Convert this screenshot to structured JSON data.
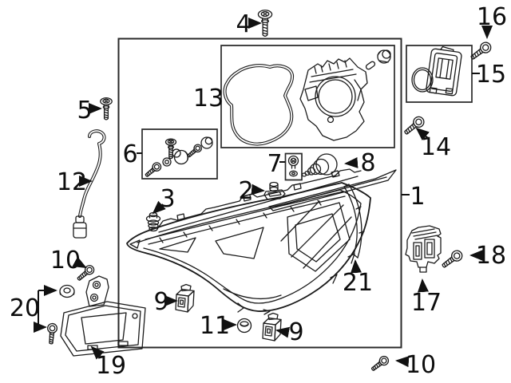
{
  "page": {
    "background_color": "#ffffff",
    "line_color": "#1a1a1a",
    "label_color": "#0d0d0d",
    "diagram_type": "exploded-parts-diagram-headlamp"
  },
  "callouts": {
    "n1": {
      "label": "1",
      "icon": "headlamp-assembly-box"
    },
    "n2": {
      "label": "2",
      "icon": "retaining-clip-icon"
    },
    "n3": {
      "label": "3",
      "icon": "socket-grommet-icon"
    },
    "n4": {
      "label": "4",
      "icon": "screw-icon"
    },
    "n5": {
      "label": "5",
      "icon": "screw-icon"
    },
    "n6": {
      "label": "6",
      "icon": "hardware-kit-box"
    },
    "n7": {
      "label": "7",
      "icon": "adjust-screw-kit-box"
    },
    "n8": {
      "label": "8",
      "icon": "bulb-socket-icon"
    },
    "n9_left": {
      "label": "9",
      "icon": "retainer-clip-icon"
    },
    "n9_right": {
      "label": "9",
      "icon": "retainer-clip-icon"
    },
    "n10_mid": {
      "label": "10",
      "icon": "bolt-icon"
    },
    "n10_bottom": {
      "label": "10",
      "icon": "bolt-icon"
    },
    "n11": {
      "label": "11",
      "icon": "grommet-clip-icon"
    },
    "n12": {
      "label": "12",
      "icon": "wiring-harness-icon"
    },
    "n13": {
      "label": "13",
      "icon": "seal-housing-kit-box"
    },
    "n14": {
      "label": "14",
      "icon": "bolt-icon"
    },
    "n15": {
      "label": "15",
      "icon": "led-module-kit-box"
    },
    "n16": {
      "label": "16",
      "icon": "bolt-icon"
    },
    "n17": {
      "label": "17",
      "icon": "bracket-icon"
    },
    "n18": {
      "label": "18",
      "icon": "bolt-icon"
    },
    "n19": {
      "label": "19",
      "icon": "mounting-bracket-icon"
    },
    "n20": {
      "label": "20",
      "icon": "fastener-pair-icon"
    },
    "n21": {
      "label": "21",
      "icon": "trim-strip-icon"
    }
  }
}
